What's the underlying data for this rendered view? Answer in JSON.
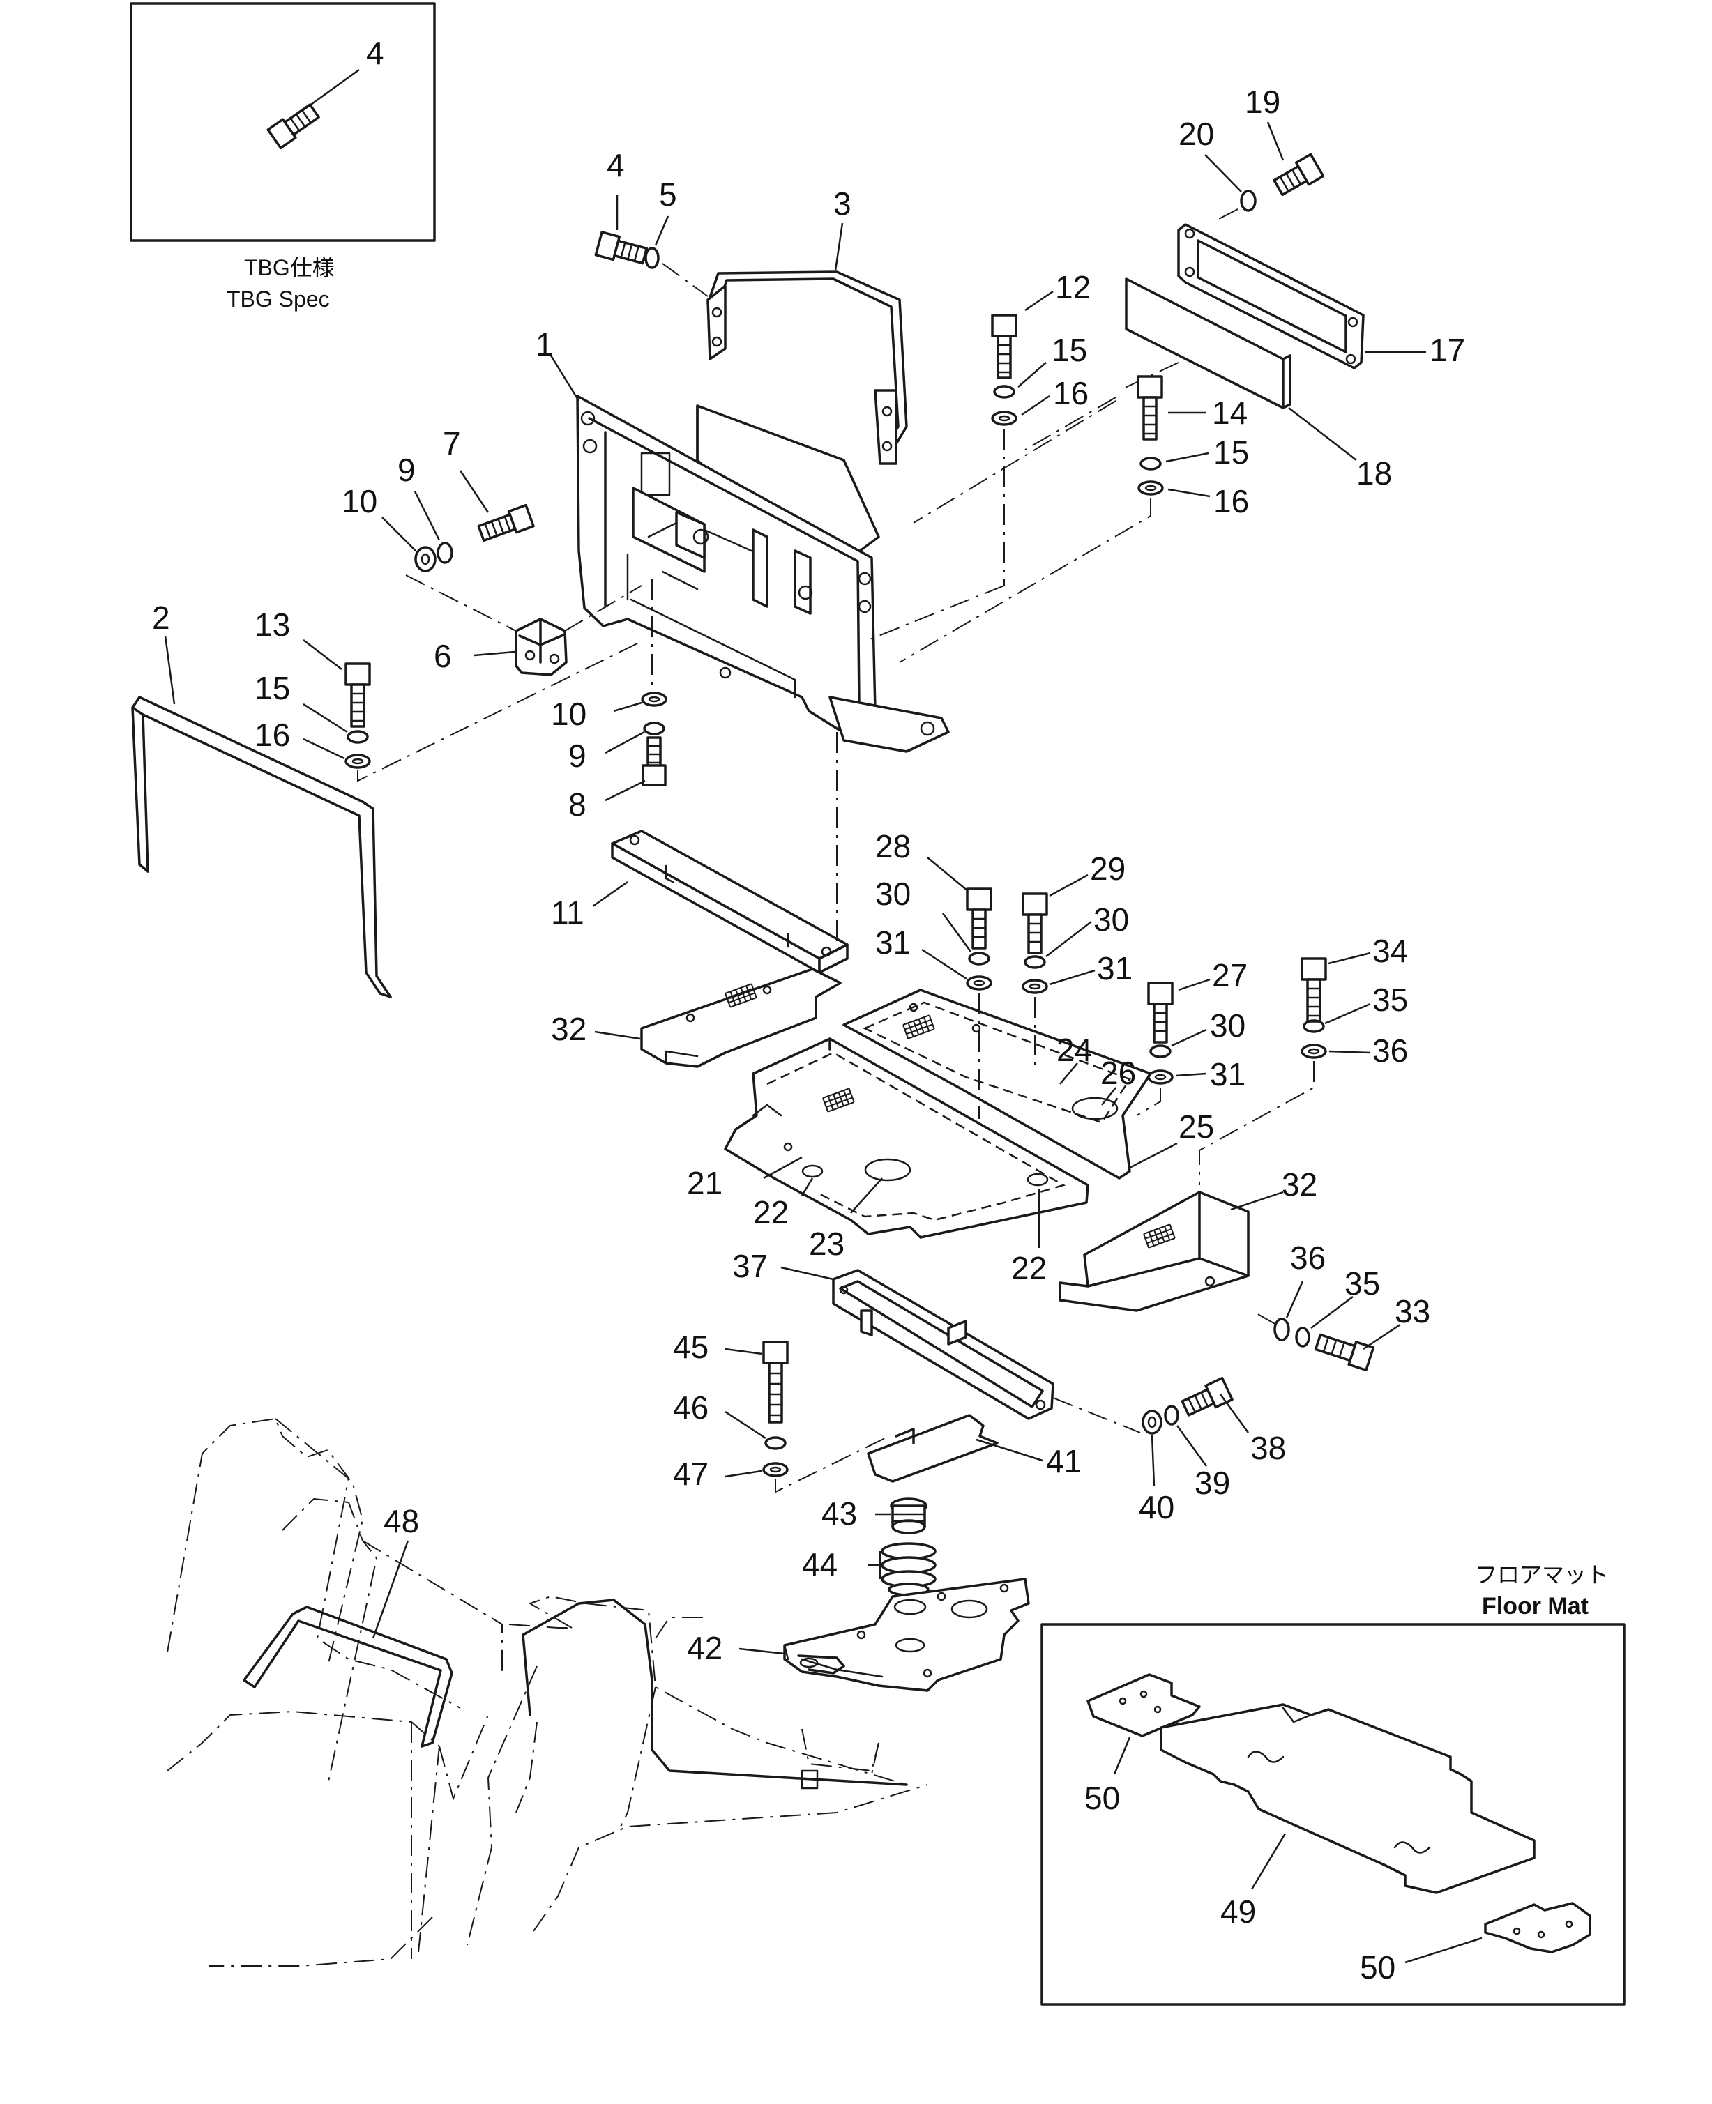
{
  "inset_tbg": {
    "jp": "TBG仕様",
    "en": "TBG Spec"
  },
  "inset_floor_mat": {
    "jp": "フロアマット",
    "en": "Floor Mat"
  },
  "callouts": [
    {
      "id": "c-4a",
      "text": "4"
    },
    {
      "id": "c-4b",
      "text": "4"
    },
    {
      "id": "c-5",
      "text": "5"
    },
    {
      "id": "c-3",
      "text": "3"
    },
    {
      "id": "c-19",
      "text": "19"
    },
    {
      "id": "c-20",
      "text": "20"
    },
    {
      "id": "c-12",
      "text": "12"
    },
    {
      "id": "c-15a",
      "text": "15"
    },
    {
      "id": "c-16a",
      "text": "16"
    },
    {
      "id": "c-17",
      "text": "17"
    },
    {
      "id": "c-14",
      "text": "14"
    },
    {
      "id": "c-18",
      "text": "18"
    },
    {
      "id": "c-15b",
      "text": "15"
    },
    {
      "id": "c-16b",
      "text": "16"
    },
    {
      "id": "c-1",
      "text": "1"
    },
    {
      "id": "c-7",
      "text": "7"
    },
    {
      "id": "c-9a",
      "text": "9"
    },
    {
      "id": "c-10a",
      "text": "10"
    },
    {
      "id": "c-2",
      "text": "2"
    },
    {
      "id": "c-13",
      "text": "13"
    },
    {
      "id": "c-15c",
      "text": "15"
    },
    {
      "id": "c-16c",
      "text": "16"
    },
    {
      "id": "c-6",
      "text": "6"
    },
    {
      "id": "c-10b",
      "text": "10"
    },
    {
      "id": "c-9b",
      "text": "9"
    },
    {
      "id": "c-8",
      "text": "8"
    },
    {
      "id": "c-28",
      "text": "28"
    },
    {
      "id": "c-29",
      "text": "29"
    },
    {
      "id": "c-30a",
      "text": "30"
    },
    {
      "id": "c-30b",
      "text": "30"
    },
    {
      "id": "c-31a",
      "text": "31"
    },
    {
      "id": "c-31b",
      "text": "31"
    },
    {
      "id": "c-11",
      "text": "11"
    },
    {
      "id": "c-27",
      "text": "27"
    },
    {
      "id": "c-34",
      "text": "34"
    },
    {
      "id": "c-35a",
      "text": "35"
    },
    {
      "id": "c-30c",
      "text": "30"
    },
    {
      "id": "c-36a",
      "text": "36"
    },
    {
      "id": "c-31c",
      "text": "31"
    },
    {
      "id": "c-24",
      "text": "24"
    },
    {
      "id": "c-26",
      "text": "26"
    },
    {
      "id": "c-32a",
      "text": "32"
    },
    {
      "id": "c-25",
      "text": "25"
    },
    {
      "id": "c-21",
      "text": "21"
    },
    {
      "id": "c-22a",
      "text": "22"
    },
    {
      "id": "c-23",
      "text": "23"
    },
    {
      "id": "c-32b",
      "text": "32"
    },
    {
      "id": "c-22b",
      "text": "22"
    },
    {
      "id": "c-37",
      "text": "37"
    },
    {
      "id": "c-36b",
      "text": "36"
    },
    {
      "id": "c-35b",
      "text": "35"
    },
    {
      "id": "c-33",
      "text": "33"
    },
    {
      "id": "c-45",
      "text": "45"
    },
    {
      "id": "c-46",
      "text": "46"
    },
    {
      "id": "c-38",
      "text": "38"
    },
    {
      "id": "c-41",
      "text": "41"
    },
    {
      "id": "c-47",
      "text": "47"
    },
    {
      "id": "c-39",
      "text": "39"
    },
    {
      "id": "c-40",
      "text": "40"
    },
    {
      "id": "c-43",
      "text": "43"
    },
    {
      "id": "c-48",
      "text": "48"
    },
    {
      "id": "c-44",
      "text": "44"
    },
    {
      "id": "c-42",
      "text": "42"
    },
    {
      "id": "c-50a",
      "text": "50"
    },
    {
      "id": "c-49",
      "text": "49"
    },
    {
      "id": "c-50b",
      "text": "50"
    }
  ]
}
